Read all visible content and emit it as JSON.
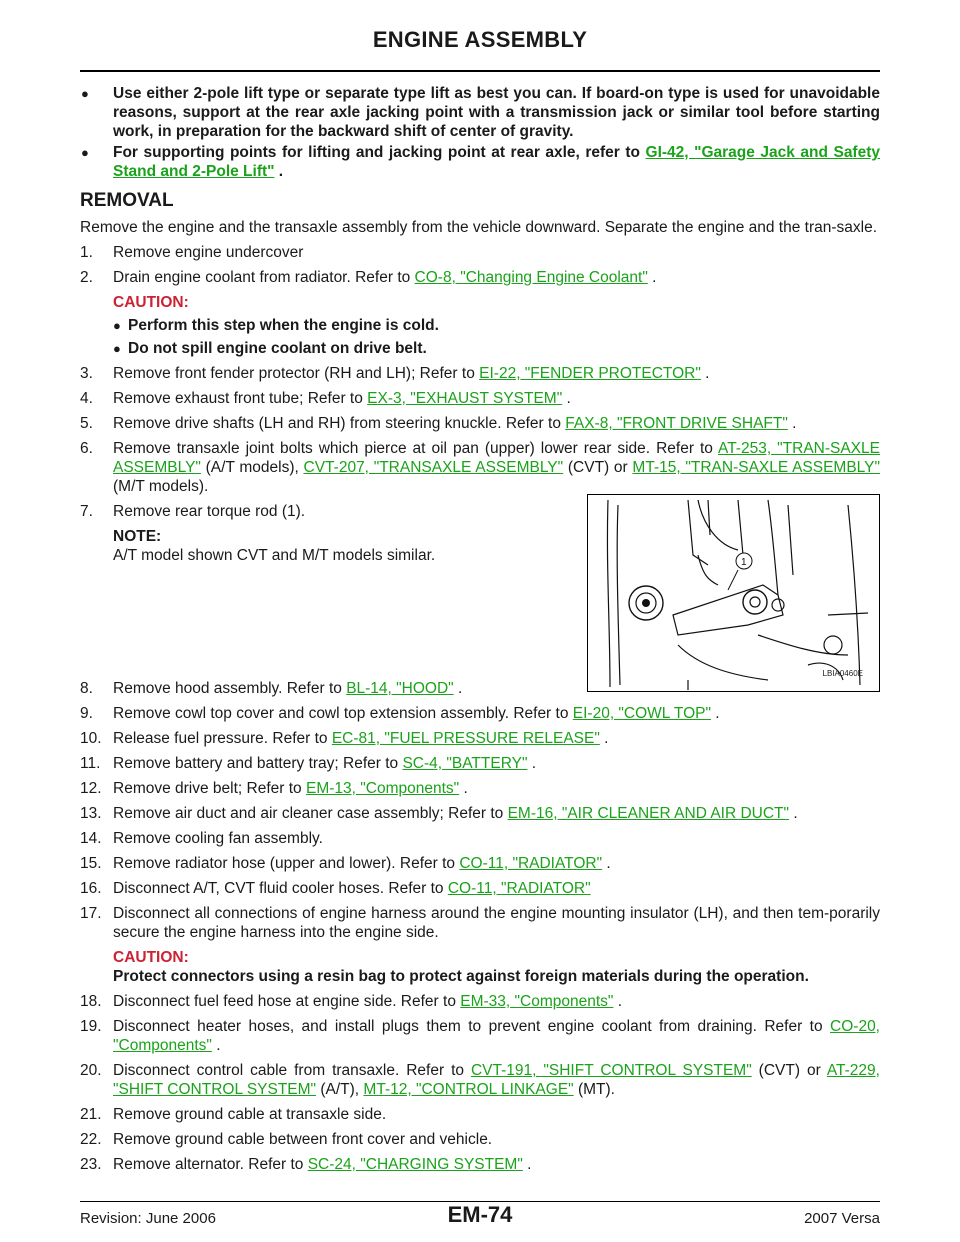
{
  "header": {
    "title": "ENGINE ASSEMBLY"
  },
  "intro_bullets": [
    {
      "text": "Use either 2-pole lift type or separate type lift as best you can. If board-on type is used for unavoidable reasons, support at the rear axle jacking point with a transmission jack or similar tool before starting work, in preparation for the backward shift of center of gravity."
    },
    {
      "text_before": "For supporting points for lifting and jacking point at rear axle, refer to ",
      "link": "GI-42, \"Garage Jack and Safety Stand and 2-Pole Lift\"",
      "text_after": " ."
    }
  ],
  "section": {
    "title": "REMOVAL",
    "intro": "Remove the engine and the transaxle assembly from the vehicle downward. Separate the engine and the tran-saxle."
  },
  "steps": {
    "s1": {
      "num": "1.",
      "text": "Remove engine undercover"
    },
    "s2": {
      "num": "2.",
      "text": "Drain engine coolant from radiator. Refer to ",
      "link": "CO-8, \"Changing Engine Coolant\"",
      "after": " ."
    },
    "s2_caution": {
      "heading": "CAUTION:",
      "items": [
        "Perform this step when the engine is cold.",
        "Do not spill engine coolant on drive belt."
      ]
    },
    "s3": {
      "num": "3.",
      "text": "Remove front fender protector (RH and LH); Refer to ",
      "link": "EI-22, \"FENDER PROTECTOR\"",
      "after": " ."
    },
    "s4": {
      "num": "4.",
      "text": "Remove exhaust front tube; Refer to ",
      "link": "EX-3, \"EXHAUST SYSTEM\"",
      "after": " ."
    },
    "s5": {
      "num": "5.",
      "text": "Remove drive shafts (LH and RH) from steering knuckle. Refer to ",
      "link": "FAX-8, \"FRONT DRIVE SHAFT\"",
      "after": " ."
    },
    "s6": {
      "num": "6.",
      "text": "Remove transaxle joint bolts which pierce at oil pan (upper) lower rear side. Refer to ",
      "link1": "AT-253, \"TRAN-SAXLE ASSEMBLY\"",
      "mid1": "  (A/T models), ",
      "link2": "CVT-207, \"TRANSAXLE ASSEMBLY\"",
      "mid2": "  (CVT) or ",
      "link3": "MT-15, \"TRAN-SAXLE ASSEMBLY\"",
      "after": "  (M/T models)."
    },
    "s7": {
      "num": "7.",
      "text": "Remove rear torque rod (1)."
    },
    "s7_note": {
      "heading": "NOTE:",
      "text": "A/T model shown CVT and M/T models similar."
    },
    "s8": {
      "num": "8.",
      "text": "Remove hood assembly. Refer to ",
      "link": "BL-14, \"HOOD\"",
      "after": " ."
    },
    "s9": {
      "num": "9.",
      "text": "Remove cowl top cover and cowl top extension assembly. Refer to ",
      "link": "EI-20, \"COWL TOP\"",
      "after": " ."
    },
    "s10": {
      "num": "10.",
      "text": "Release fuel pressure. Refer to ",
      "link": "EC-81, \"FUEL PRESSURE RELEASE\"",
      "after": " ."
    },
    "s11": {
      "num": "11.",
      "text": "Remove battery and battery tray; Refer to ",
      "link": "SC-4, \"BATTERY\"",
      "after": " ."
    },
    "s12": {
      "num": "12.",
      "text": "Remove drive belt; Refer to ",
      "link": "EM-13, \"Components\"",
      "after": " ."
    },
    "s13": {
      "num": "13.",
      "text": "Remove air duct and air cleaner case assembly; Refer to ",
      "link": "EM-16, \"AIR CLEANER AND AIR DUCT\"",
      "after": " ."
    },
    "s14": {
      "num": "14.",
      "text": "Remove cooling fan assembly."
    },
    "s15": {
      "num": "15.",
      "text": "Remove radiator hose (upper and lower). Refer to ",
      "link": "CO-11, \"RADIATOR\"",
      "after": " ."
    },
    "s16": {
      "num": "16.",
      "text": "Disconnect A/T, CVT fluid cooler hoses. Refer to ",
      "link": "CO-11, \"RADIATOR\""
    },
    "s17": {
      "num": "17.",
      "text": "Disconnect all connections of engine harness around the engine mounting insulator (LH), and then tem-porarily secure the engine harness into the engine side."
    },
    "s17_caution": {
      "heading": "CAUTION:",
      "text": "Protect connectors using a resin bag to protect against foreign materials during the operation."
    },
    "s18": {
      "num": "18.",
      "text": "Disconnect fuel feed hose at engine side. Refer to ",
      "link": "EM-33, \"Components\"",
      "after": " ."
    },
    "s19": {
      "num": "19.",
      "text": "Disconnect heater hoses, and install plugs them to prevent engine coolant from draining. Refer to ",
      "link": "CO-20, \"Components\"",
      "after": " ."
    },
    "s20": {
      "num": "20.",
      "text": "Disconnect control cable from transaxle. Refer to ",
      "link1": "CVT-191, \"SHIFT CONTROL SYSTEM\"",
      "mid1": "  (CVT) or ",
      "link2": "AT-229, \"SHIFT CONTROL SYSTEM\"",
      "mid2": "  (A/T), ",
      "link3": "MT-12, \"CONTROL LINKAGE\"",
      "after": "  (MT)."
    },
    "s21": {
      "num": "21.",
      "text": "Remove ground cable at transaxle side."
    },
    "s22": {
      "num": "22.",
      "text": "Remove ground cable between front cover and vehicle."
    },
    "s23": {
      "num": "23.",
      "text": "Remove alternator. Refer to ",
      "link": "SC-24, \"CHARGING SYSTEM\"",
      "after": " ."
    }
  },
  "figure": {
    "callout": "1",
    "code": "LBIA0460E"
  },
  "footer": {
    "revision": "Revision: June 2006",
    "page": "EM-74",
    "model": "2007 Versa"
  }
}
